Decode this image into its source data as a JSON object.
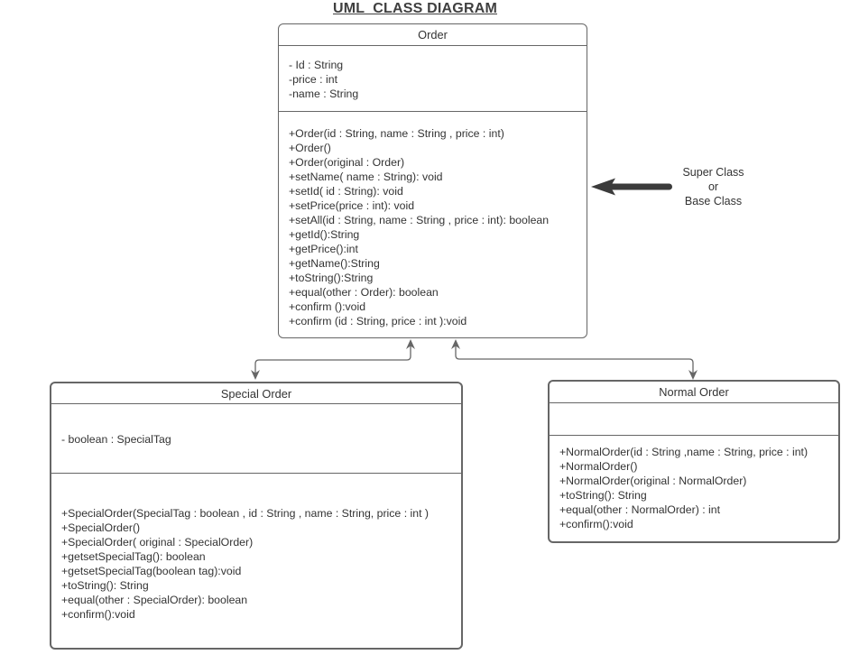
{
  "title": "UML  CLASS DIAGRAM",
  "classes": [
    {
      "name": "Order",
      "attributes": [
        "- Id : String",
        "-price : int",
        "-name : String"
      ],
      "methods": [
        "+Order(id : String, name : String , price : int)",
        "+Order()",
        "+Order(original : Order)",
        "+setName( name : String): void",
        "+setId( id : String): void",
        "+setPrice(price : int): void",
        "+setAll(id : String, name : String , price : int): boolean",
        "+getId():String",
        "+getPrice():int",
        "+getName():String",
        "+toString():String",
        "+equal(other : Order): boolean",
        "+confirm ():void",
        "+confirm (id : String, price : int ):void"
      ]
    },
    {
      "name": "Special Order",
      "attributes": [
        "- boolean : SpecialTag"
      ],
      "methods": [
        "+SpecialOrder(SpecialTag : boolean , id : String , name : String, price : int )",
        "+SpecialOrder()",
        "+SpecialOrder( original : SpecialOrder)",
        "+getsetSpecialTag(): boolean",
        "+getsetSpecialTag(boolean tag):void",
        "+toString(): String",
        "+equal(other : SpecialOrder): boolean",
        "+confirm():void"
      ]
    },
    {
      "name": "Normal Order",
      "attributes": [],
      "methods": [
        "+NormalOrder(id : String ,name : String, price : int)",
        "+NormalOrder()",
        "+NormalOrder(original : NormalOrder)",
        "+toString(): String",
        "+equal(other : NormalOrder) : int",
        "+confirm():void"
      ]
    }
  ],
  "annotation": {
    "lines": [
      "Super Class",
      "or",
      "Base Class"
    ]
  },
  "colors": {
    "background": "#ffffff",
    "box_border": "#666666",
    "text": "#333333",
    "connector": "#666666",
    "fat_arrow": "#3b3b3b"
  }
}
